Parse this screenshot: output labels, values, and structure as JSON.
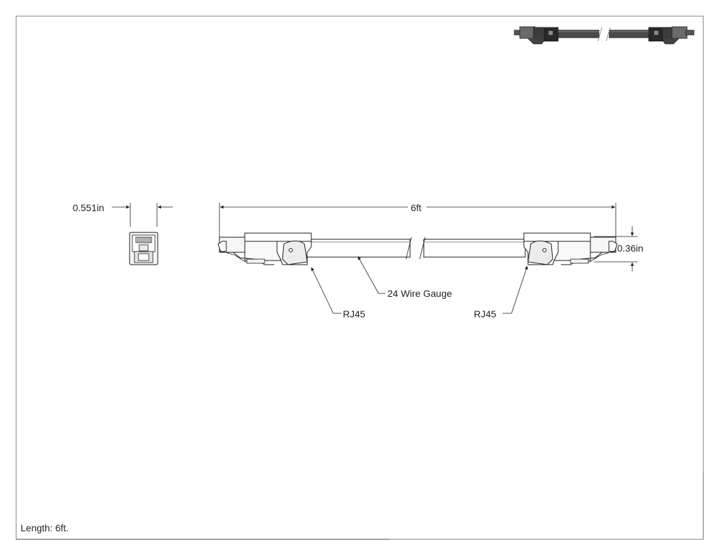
{
  "dimensions": {
    "connector_width": "0.551in",
    "cable_length": "6ft",
    "connector_height": "0.36in"
  },
  "callouts": {
    "left_connector": "RJ45",
    "cable": "24 Wire Gauge",
    "right_connector": "RJ45"
  },
  "notes": {
    "length": "Length: 6ft."
  },
  "colors": {
    "line": "#1a1a1a",
    "fill_light": "#f4f4f4",
    "fill_mid": "#c8c8c8",
    "fill_dark": "#3a3a3a"
  }
}
